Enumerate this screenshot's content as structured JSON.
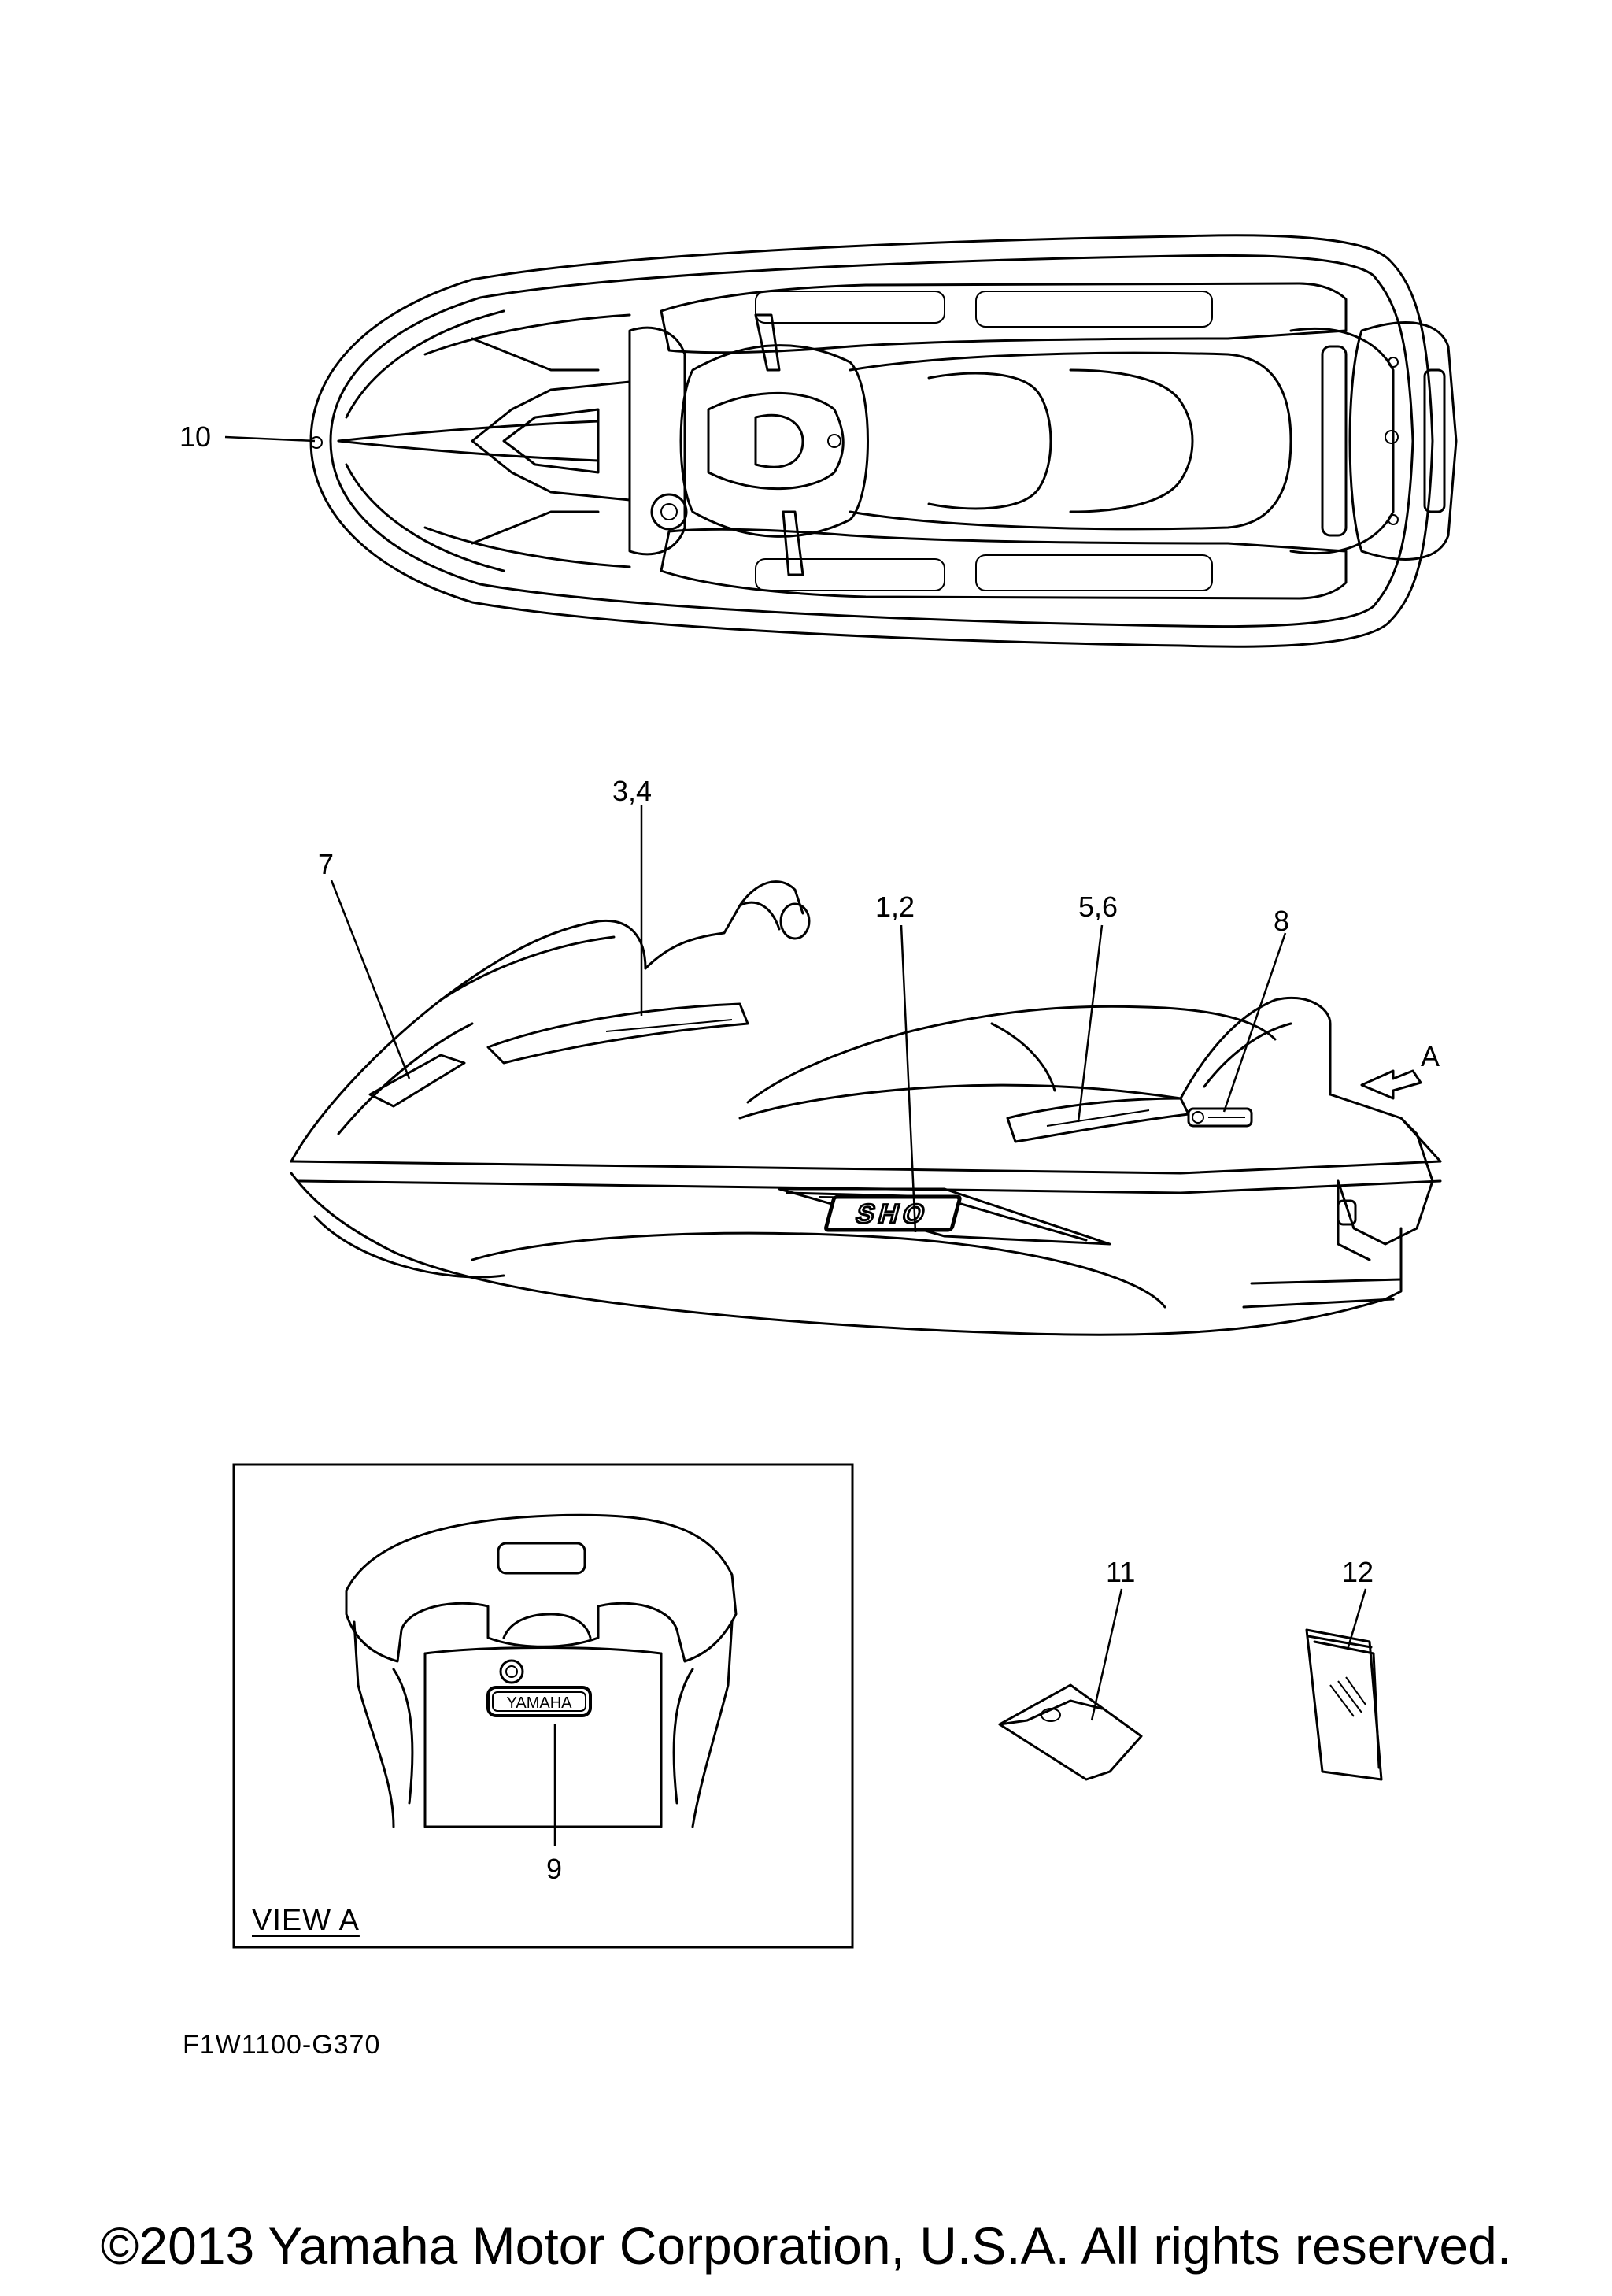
{
  "callouts": {
    "c10": "10",
    "c34": "3,4",
    "c7": "7",
    "c12a": "1,2",
    "c56": "5,6",
    "c8": "8",
    "cA": "A",
    "c11": "11",
    "c12": "12",
    "c9": "9"
  },
  "decals": {
    "sho": "SHO",
    "yamaha_rear": "YAMAHA"
  },
  "view_label": "VIEW A",
  "figure_code": "F1W1100-G370",
  "copyright": "©2013 Yamaha Motor Corporation, U.S.A. All rights reserved."
}
